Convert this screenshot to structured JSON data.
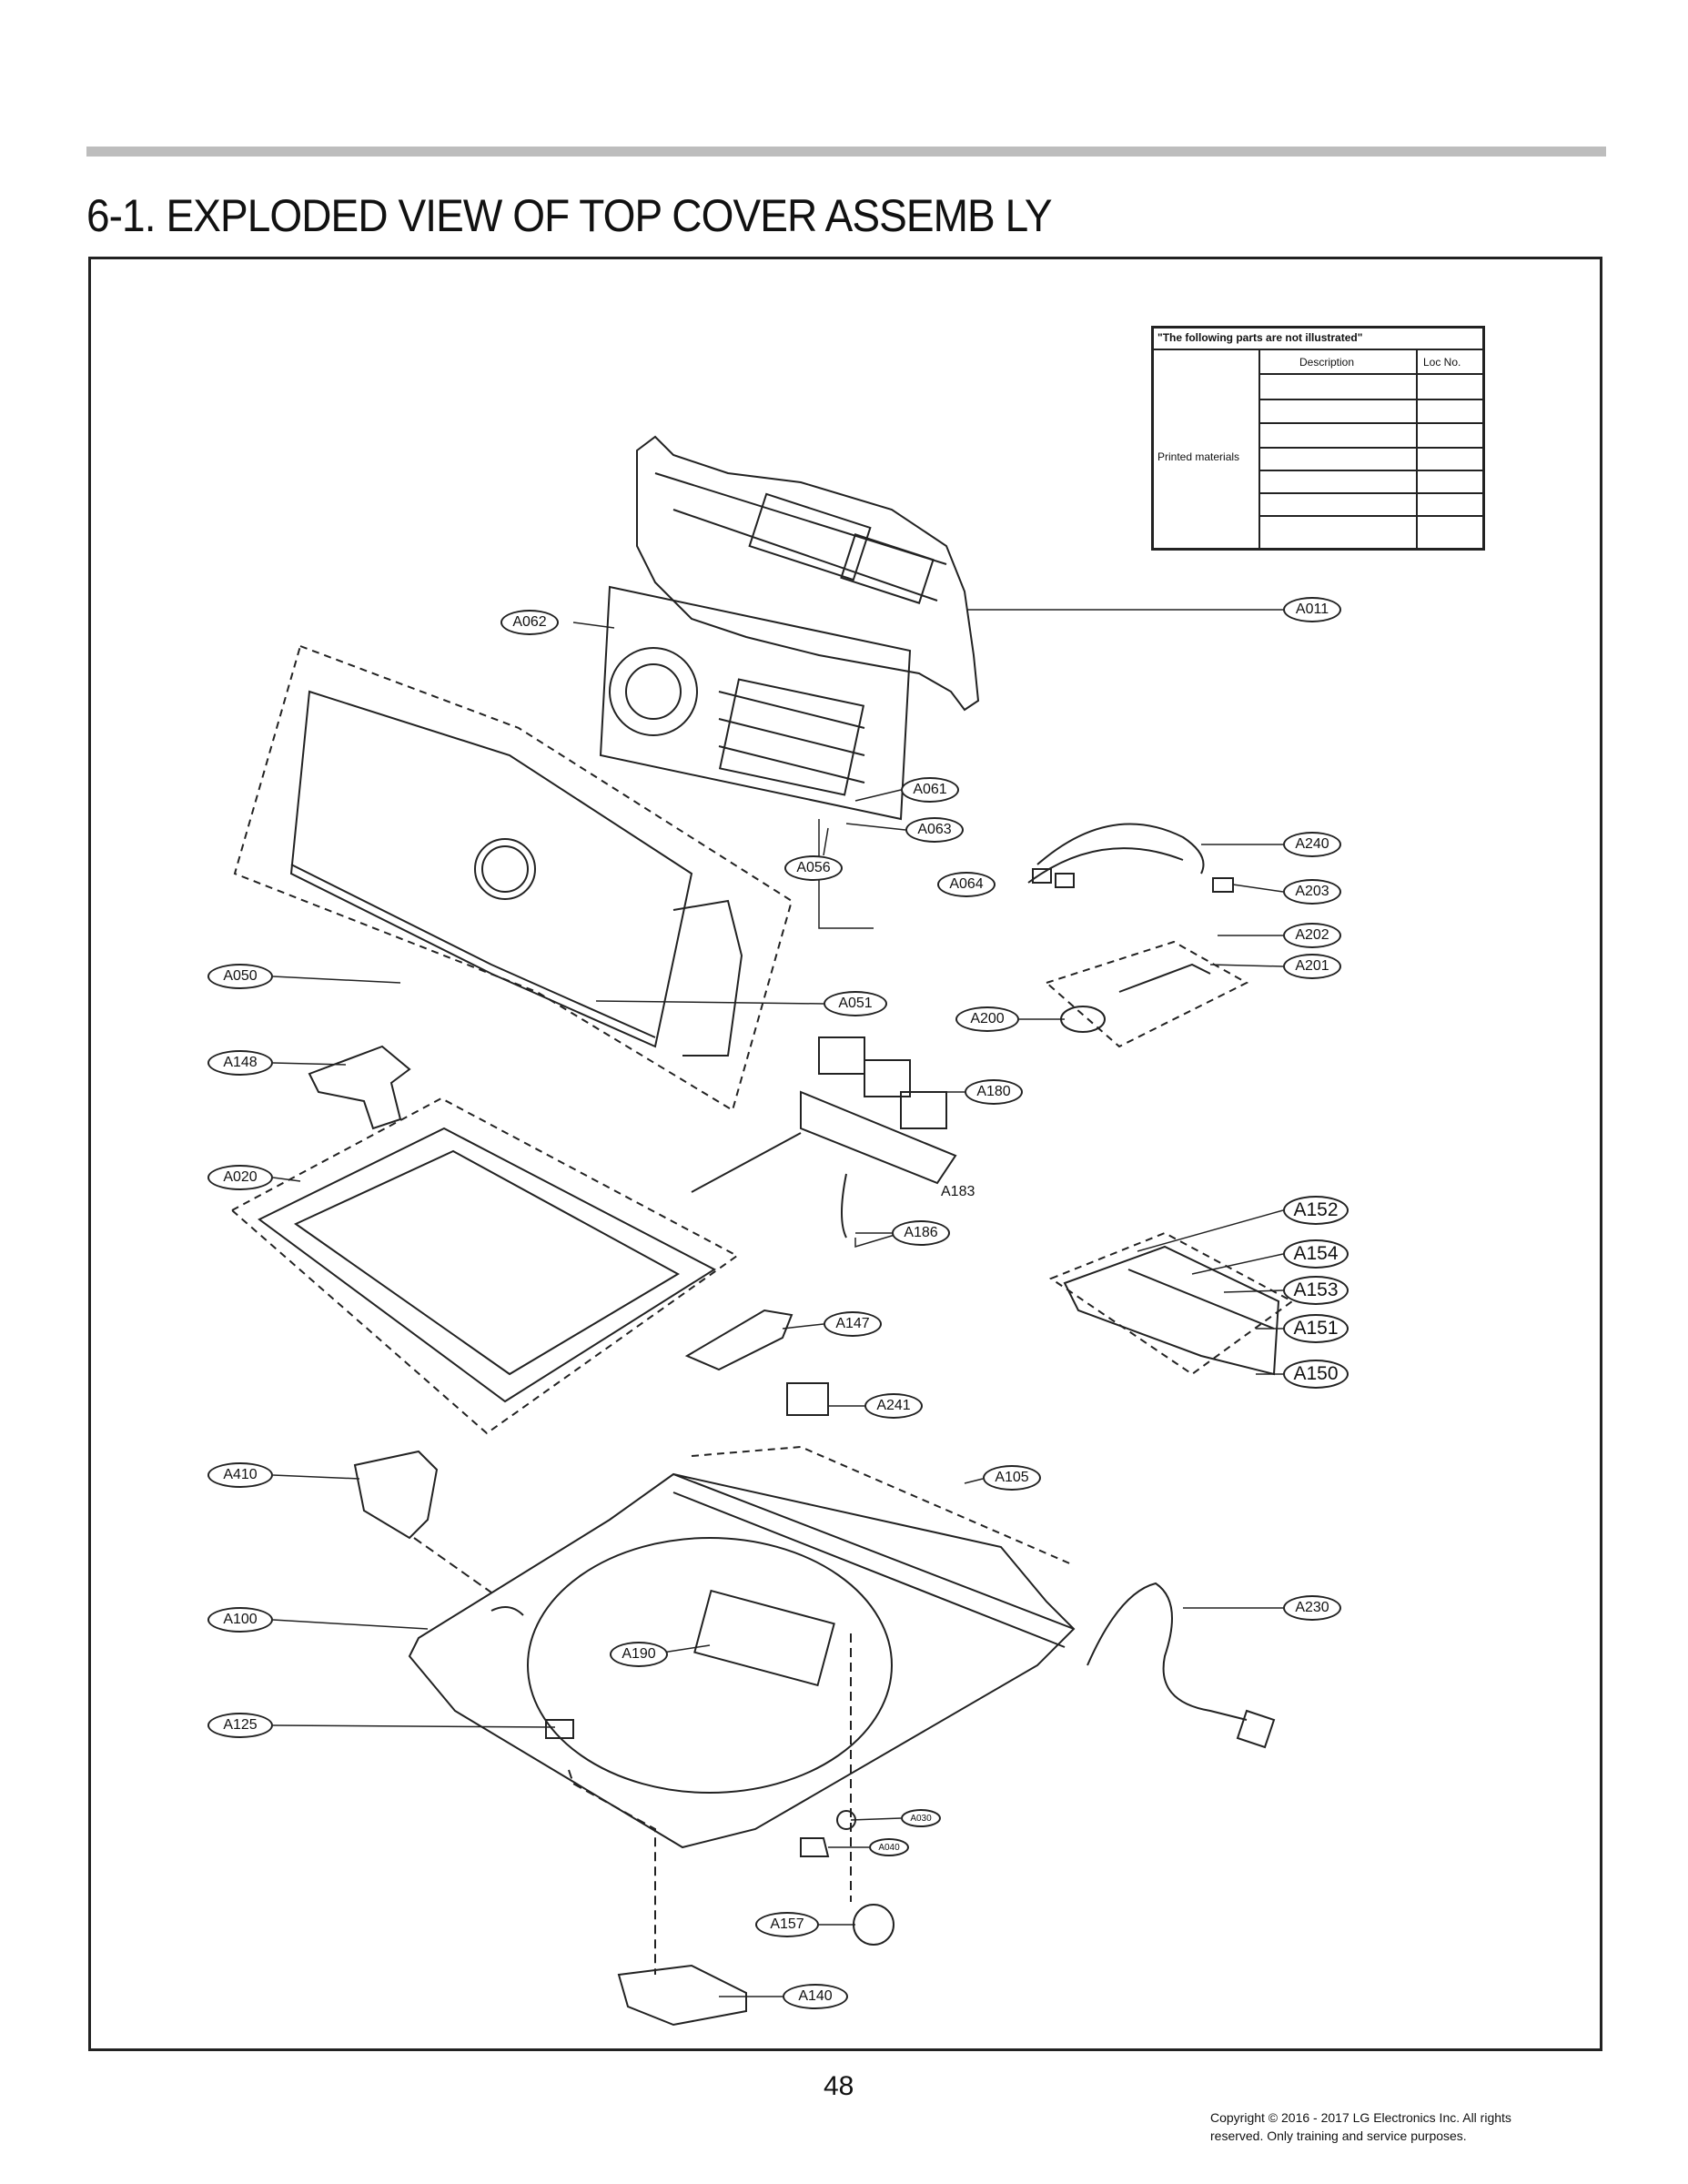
{
  "header": {
    "title": "6-1. EXPLODED VIEW OF TOP COVER ASSEMB LY"
  },
  "not_illustrated_table": {
    "heading": "\"The       following parts are not illustrated\"",
    "col_description": "Description",
    "col_loc": "Loc No.",
    "row_label": "Printed materials"
  },
  "callouts": {
    "A011": "A011",
    "A062": "A062",
    "A061": "A061",
    "A063": "A063",
    "A056": "A056",
    "A064": "A064",
    "A240": "A240",
    "A203": "A203",
    "A202": "A202",
    "A201": "A201",
    "A050": "A050",
    "A051": "A051",
    "A200": "A200",
    "A148": "A148",
    "A180": "A180",
    "A020": "A020",
    "A183": "A183",
    "A186": "A186",
    "A152": "A152",
    "A154": "A154",
    "A153": "A153",
    "A151": "A151",
    "A150": "A150",
    "A147": "A147",
    "A241": "A241",
    "A410": "A410",
    "A105": "A105",
    "A100": "A100",
    "A230": "A230",
    "A190": "A190",
    "A125": "A125",
    "A030": "A030",
    "A040": "A040",
    "A157": "A157",
    "A140": "A140"
  },
  "footer": {
    "page_number": "48",
    "copyright_line1": "Copyright © 2016 - 2017 LG Electronics Inc. All rights",
    "copyright_line2": "reserved. Only training and service purposes."
  }
}
